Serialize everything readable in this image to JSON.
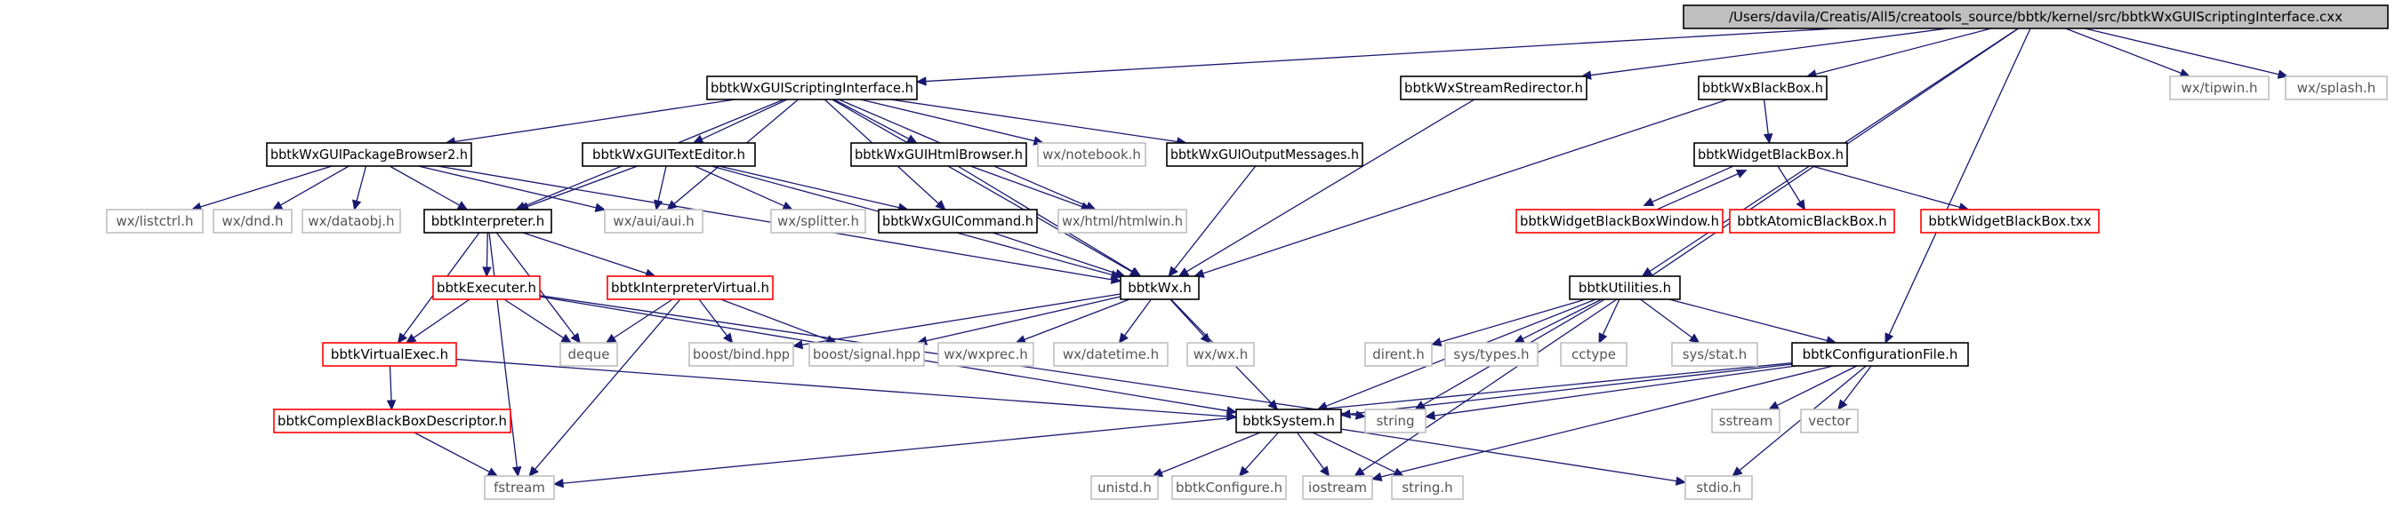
{
  "graph": {
    "title": "/Users/davila/Creatis/All5/creatools_source/bbtk/kernel/src/bbtkWxGUIScriptingInterface.cxx",
    "colors": {
      "edge": "#191970",
      "root_fill": "#bfbfbf",
      "root_border": "#000000",
      "documented_border": "#000000",
      "undocumented_border": "#ff0000",
      "external_border": "#bfbfbf",
      "external_text": "#555555",
      "text": "#000000"
    },
    "nodes": [
      {
        "id": "root",
        "label": "/Users/davila/Creatis/All5/creatools_source/bbtk/kernel/src/bbtkWxGUIScriptingInterface.cxx",
        "style": "root"
      },
      {
        "id": "scripting",
        "label": "bbtkWxGUIScriptingInterface.h",
        "style": "doc"
      },
      {
        "id": "redirector",
        "label": "bbtkWxStreamRedirector.h",
        "style": "doc"
      },
      {
        "id": "wxblackbox",
        "label": "bbtkWxBlackBox.h",
        "style": "doc"
      },
      {
        "id": "tipwin",
        "label": "wx/tipwin.h",
        "style": "ext"
      },
      {
        "id": "splash",
        "label": "wx/splash.h",
        "style": "ext"
      },
      {
        "id": "pkgbrowser",
        "label": "bbtkWxGUIPackageBrowser2.h",
        "style": "doc"
      },
      {
        "id": "texteditor",
        "label": "bbtkWxGUITextEditor.h",
        "style": "doc"
      },
      {
        "id": "htmlbrowser",
        "label": "bbtkWxGUIHtmlBrowser.h",
        "style": "doc"
      },
      {
        "id": "notebook",
        "label": "wx/notebook.h",
        "style": "ext"
      },
      {
        "id": "outputmsg",
        "label": "bbtkWxGUIOutputMessages.h",
        "style": "doc"
      },
      {
        "id": "widgetbb",
        "label": "bbtkWidgetBlackBox.h",
        "style": "doc"
      },
      {
        "id": "listctrl",
        "label": "wx/listctrl.h",
        "style": "ext"
      },
      {
        "id": "dnd",
        "label": "wx/dnd.h",
        "style": "ext"
      },
      {
        "id": "dataobj",
        "label": "wx/dataobj.h",
        "style": "ext"
      },
      {
        "id": "interpreter",
        "label": "bbtkInterpreter.h",
        "style": "doc"
      },
      {
        "id": "auih",
        "label": "wx/aui/aui.h",
        "style": "ext"
      },
      {
        "id": "splitter",
        "label": "wx/splitter.h",
        "style": "ext"
      },
      {
        "id": "guicommand",
        "label": "bbtkWxGUICommand.h",
        "style": "doc"
      },
      {
        "id": "htmlwin",
        "label": "wx/html/htmlwin.h",
        "style": "ext"
      },
      {
        "id": "widgetbbwin",
        "label": "bbtkWidgetBlackBoxWindow.h",
        "style": "undoc"
      },
      {
        "id": "atomicbb",
        "label": "bbtkAtomicBlackBox.h",
        "style": "undoc"
      },
      {
        "id": "widgetbbtxx",
        "label": "bbtkWidgetBlackBox.txx",
        "style": "undoc"
      },
      {
        "id": "bbtkwx",
        "label": "bbtkWx.h",
        "style": "doc"
      },
      {
        "id": "executer",
        "label": "bbtkExecuter.h",
        "style": "undoc"
      },
      {
        "id": "interpvirtual",
        "label": "bbtkInterpreterVirtual.h",
        "style": "undoc"
      },
      {
        "id": "utilities",
        "label": "bbtkUtilities.h",
        "style": "doc"
      },
      {
        "id": "virtualexec",
        "label": "bbtkVirtualExec.h",
        "style": "undoc"
      },
      {
        "id": "deque",
        "label": "deque",
        "style": "ext"
      },
      {
        "id": "bind",
        "label": "boost/bind.hpp",
        "style": "ext"
      },
      {
        "id": "signal",
        "label": "boost/signal.hpp",
        "style": "ext"
      },
      {
        "id": "wxprec",
        "label": "wx/wxprec.h",
        "style": "ext"
      },
      {
        "id": "datetime",
        "label": "wx/datetime.h",
        "style": "ext"
      },
      {
        "id": "wxwx",
        "label": "wx/wx.h",
        "style": "ext"
      },
      {
        "id": "dirent",
        "label": "dirent.h",
        "style": "ext"
      },
      {
        "id": "systypes",
        "label": "sys/types.h",
        "style": "ext"
      },
      {
        "id": "cctype",
        "label": "cctype",
        "style": "ext"
      },
      {
        "id": "sysstat",
        "label": "sys/stat.h",
        "style": "ext"
      },
      {
        "id": "configfile",
        "label": "bbtkConfigurationFile.h",
        "style": "doc"
      },
      {
        "id": "complexbb",
        "label": "bbtkComplexBlackBoxDescriptor.h",
        "style": "undoc"
      },
      {
        "id": "string",
        "label": "string",
        "style": "ext"
      },
      {
        "id": "bbtksystem",
        "label": "bbtkSystem.h",
        "style": "doc"
      },
      {
        "id": "sstream",
        "label": "sstream",
        "style": "ext"
      },
      {
        "id": "vector",
        "label": "vector",
        "style": "ext"
      },
      {
        "id": "fstream",
        "label": "fstream",
        "style": "ext"
      },
      {
        "id": "unistd",
        "label": "unistd.h",
        "style": "ext"
      },
      {
        "id": "bbtkconfigure",
        "label": "bbtkConfigure.h",
        "style": "ext"
      },
      {
        "id": "iostream",
        "label": "iostream",
        "style": "ext"
      },
      {
        "id": "stringh",
        "label": "string.h",
        "style": "ext"
      },
      {
        "id": "stdio",
        "label": "stdio.h",
        "style": "ext"
      }
    ],
    "edges": [
      {
        "from": "root",
        "to": "scripting"
      },
      {
        "from": "root",
        "to": "redirector"
      },
      {
        "from": "root",
        "to": "wxblackbox"
      },
      {
        "from": "root",
        "to": "tipwin"
      },
      {
        "from": "root",
        "to": "splash"
      },
      {
        "from": "root",
        "to": "utilities"
      },
      {
        "from": "root",
        "to": "configfile"
      },
      {
        "from": "root",
        "to": "iostream"
      },
      {
        "from": "scripting",
        "to": "pkgbrowser"
      },
      {
        "from": "scripting",
        "to": "texteditor"
      },
      {
        "from": "scripting",
        "to": "htmlbrowser"
      },
      {
        "from": "scripting",
        "to": "notebook"
      },
      {
        "from": "scripting",
        "to": "outputmsg"
      },
      {
        "from": "scripting",
        "to": "interpreter"
      },
      {
        "from": "scripting",
        "to": "auih"
      },
      {
        "from": "scripting",
        "to": "guicommand"
      },
      {
        "from": "scripting",
        "to": "htmlwin"
      },
      {
        "from": "scripting",
        "to": "bbtkwx"
      },
      {
        "from": "redirector",
        "to": "bbtkwx"
      },
      {
        "from": "wxblackbox",
        "to": "widgetbb"
      },
      {
        "from": "wxblackbox",
        "to": "bbtkwx"
      },
      {
        "from": "widgetbb",
        "to": "widgetbbwin"
      },
      {
        "from": "widgetbb",
        "to": "atomicbb"
      },
      {
        "from": "widgetbb",
        "to": "widgetbbtxx"
      },
      {
        "from": "widgetbbwin",
        "to": "widgetbb"
      },
      {
        "from": "pkgbrowser",
        "to": "listctrl"
      },
      {
        "from": "pkgbrowser",
        "to": "dnd"
      },
      {
        "from": "pkgbrowser",
        "to": "dataobj"
      },
      {
        "from": "pkgbrowser",
        "to": "interpreter"
      },
      {
        "from": "pkgbrowser",
        "to": "auih"
      },
      {
        "from": "pkgbrowser",
        "to": "bbtkwx"
      },
      {
        "from": "texteditor",
        "to": "interpreter"
      },
      {
        "from": "texteditor",
        "to": "auih"
      },
      {
        "from": "texteditor",
        "to": "splitter"
      },
      {
        "from": "texteditor",
        "to": "guicommand"
      },
      {
        "from": "texteditor",
        "to": "bbtkwx"
      },
      {
        "from": "htmlbrowser",
        "to": "htmlwin"
      },
      {
        "from": "htmlbrowser",
        "to": "bbtkwx"
      },
      {
        "from": "outputmsg",
        "to": "bbtkwx"
      },
      {
        "from": "guicommand",
        "to": "bbtkwx"
      },
      {
        "from": "interpreter",
        "to": "executer"
      },
      {
        "from": "interpreter",
        "to": "interpvirtual"
      },
      {
        "from": "interpreter",
        "to": "virtualexec"
      },
      {
        "from": "interpreter",
        "to": "deque"
      },
      {
        "from": "interpreter",
        "to": "fstream"
      },
      {
        "from": "executer",
        "to": "virtualexec"
      },
      {
        "from": "executer",
        "to": "deque"
      },
      {
        "from": "executer",
        "to": "bbtksystem"
      },
      {
        "from": "executer",
        "to": "string"
      },
      {
        "from": "interpvirtual",
        "to": "deque"
      },
      {
        "from": "interpvirtual",
        "to": "bind"
      },
      {
        "from": "interpvirtual",
        "to": "signal"
      },
      {
        "from": "interpvirtual",
        "to": "fstream"
      },
      {
        "from": "virtualexec",
        "to": "complexbb"
      },
      {
        "from": "virtualexec",
        "to": "bbtksystem"
      },
      {
        "from": "complexbb",
        "to": "fstream"
      },
      {
        "from": "bbtkwx",
        "to": "bind"
      },
      {
        "from": "bbtkwx",
        "to": "signal"
      },
      {
        "from": "bbtkwx",
        "to": "wxprec"
      },
      {
        "from": "bbtkwx",
        "to": "datetime"
      },
      {
        "from": "bbtkwx",
        "to": "wxwx"
      },
      {
        "from": "bbtkwx",
        "to": "bbtksystem"
      },
      {
        "from": "utilities",
        "to": "dirent"
      },
      {
        "from": "utilities",
        "to": "systypes"
      },
      {
        "from": "utilities",
        "to": "cctype"
      },
      {
        "from": "utilities",
        "to": "sysstat"
      },
      {
        "from": "utilities",
        "to": "configfile"
      },
      {
        "from": "utilities",
        "to": "string"
      },
      {
        "from": "utilities",
        "to": "bbtksystem"
      },
      {
        "from": "configfile",
        "to": "bbtksystem"
      },
      {
        "from": "configfile",
        "to": "string"
      },
      {
        "from": "configfile",
        "to": "sstream"
      },
      {
        "from": "configfile",
        "to": "vector"
      },
      {
        "from": "configfile",
        "to": "fstream"
      },
      {
        "from": "configfile",
        "to": "iostream"
      },
      {
        "from": "configfile",
        "to": "stdio"
      },
      {
        "from": "bbtksystem",
        "to": "unistd"
      },
      {
        "from": "bbtksystem",
        "to": "bbtkconfigure"
      },
      {
        "from": "bbtksystem",
        "to": "iostream"
      },
      {
        "from": "bbtksystem",
        "to": "stringh"
      },
      {
        "from": "bbtksystem",
        "to": "stdio"
      }
    ]
  }
}
